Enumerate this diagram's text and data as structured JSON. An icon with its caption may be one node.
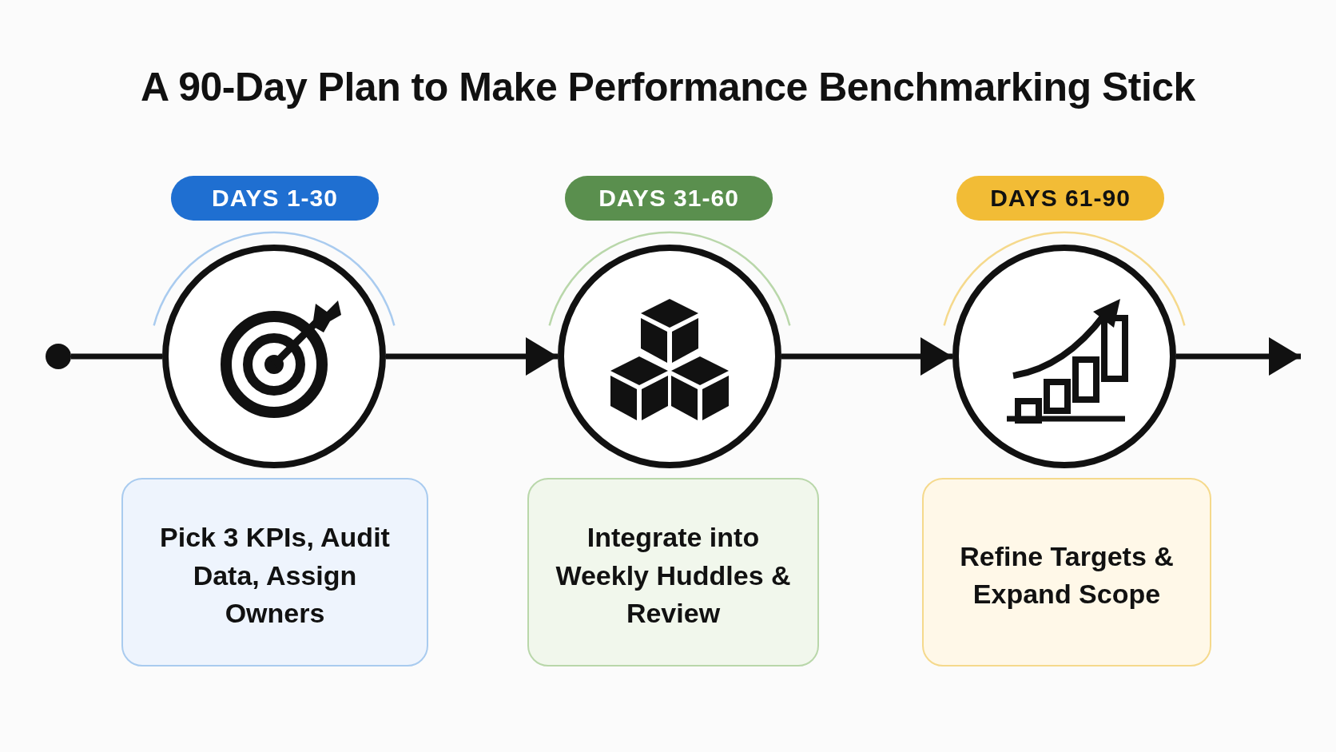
{
  "diagram": {
    "title": "A 90-Day Plan to Make Performance Benchmarking Stick",
    "nodes": [
      {
        "text": [],
        "shape": "circle"
      },
      {
        "text": [
          "DAYS 1-30"
        ]
      },
      {
        "text": [],
        "shape": "circle"
      },
      {
        "text": [
          "Pick 3 KPIs, Audit Data, Assign Owners"
        ]
      },
      {
        "text": [
          "DAYS 31-60"
        ]
      },
      {
        "text": [],
        "shape": "circle"
      },
      {
        "text": [
          "Integrate into Weekly Huddles & Review"
        ]
      },
      {
        "text": [
          "DAYS 61-90"
        ]
      },
      {
        "text": [],
        "shape": "circle"
      },
      {
        "text": [
          "Refine Targets & Expand Scope"
        ]
      }
    ],
    "edges": [
      {
        "from": 0,
        "to": 2,
        "arrow": "none"
      },
      {
        "from": 2,
        "to": 5,
        "arrow": "to"
      },
      {
        "from": 5,
        "to": 8,
        "arrow": "to"
      },
      {
        "from": 8,
        "to": null,
        "arrow": "to"
      }
    ]
  }
}
